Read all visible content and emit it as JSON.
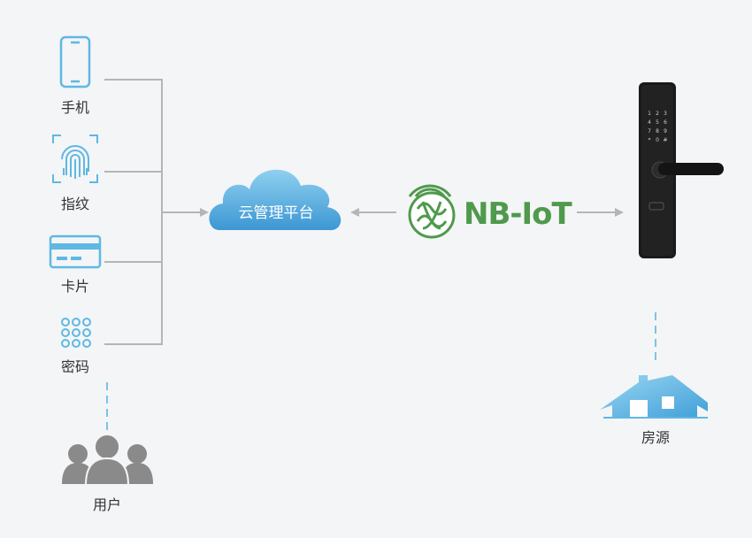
{
  "sources": [
    {
      "label": "手机",
      "icon": "phone-icon"
    },
    {
      "label": "指纹",
      "icon": "fingerprint-icon"
    },
    {
      "label": "卡片",
      "icon": "card-icon"
    },
    {
      "label": "密码",
      "icon": "keypad-icon"
    }
  ],
  "user": {
    "label": "用户",
    "icon": "users-icon"
  },
  "cloud": {
    "label": "云管理平台",
    "icon": "cloud-icon"
  },
  "network": {
    "label": "NB-IoT",
    "icon": "nb-iot-logo-icon"
  },
  "lock": {
    "icon": "smart-lock-icon",
    "keypad": [
      "1",
      "2",
      "3",
      "4",
      "5",
      "6",
      "7",
      "8",
      "9",
      "*",
      "0",
      "#"
    ]
  },
  "property": {
    "label": "房源",
    "icon": "house-icon"
  },
  "colors": {
    "background": "#f4f5f7",
    "icon_blue": "#5fb8e2",
    "connector": "#b5b5b5",
    "dash": "#7cc3e6",
    "cloud_light": "#8fd0f0",
    "cloud_dark": "#3c97d3",
    "nb_green": "#4f9a4c",
    "lock_body": "#1a1a1a",
    "user_gray": "#8a8a8a"
  }
}
